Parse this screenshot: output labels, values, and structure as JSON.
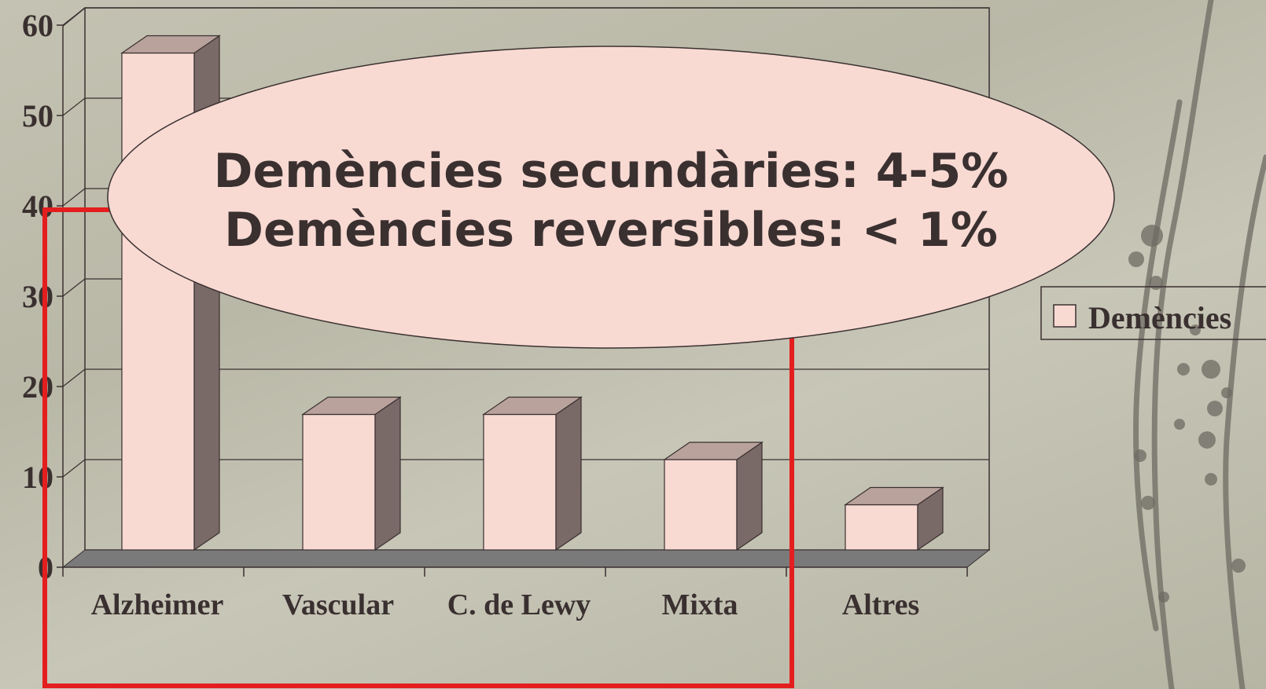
{
  "chart_data": {
    "type": "bar",
    "categories": [
      "Alzheimer",
      "Vascular",
      "C. de Lewy",
      "Mixta",
      "Altres"
    ],
    "series": [
      {
        "name": "Demències",
        "values": [
          55,
          15,
          15,
          10,
          5
        ]
      }
    ],
    "ylim": [
      0,
      60
    ],
    "yticks": [
      0,
      10,
      20,
      30,
      40,
      50,
      60
    ],
    "ytick_labels": [
      "0",
      "10",
      "20",
      "30",
      "40",
      "50",
      "60"
    ],
    "grid": true,
    "legend": "right",
    "style": "3d"
  },
  "callout": {
    "line1": "Demències secundàries: 4-5%",
    "line2": "Demències reversibles: < 1%"
  },
  "colors": {
    "bar_front": "#f8dad3",
    "bar_side": "#7a6a67",
    "bar_top": "#b9a29c",
    "floor": "#7a7a7a",
    "callout_fill": "#f8dad3",
    "highlight_box": "#e41e1e",
    "text": "#3a3030"
  }
}
